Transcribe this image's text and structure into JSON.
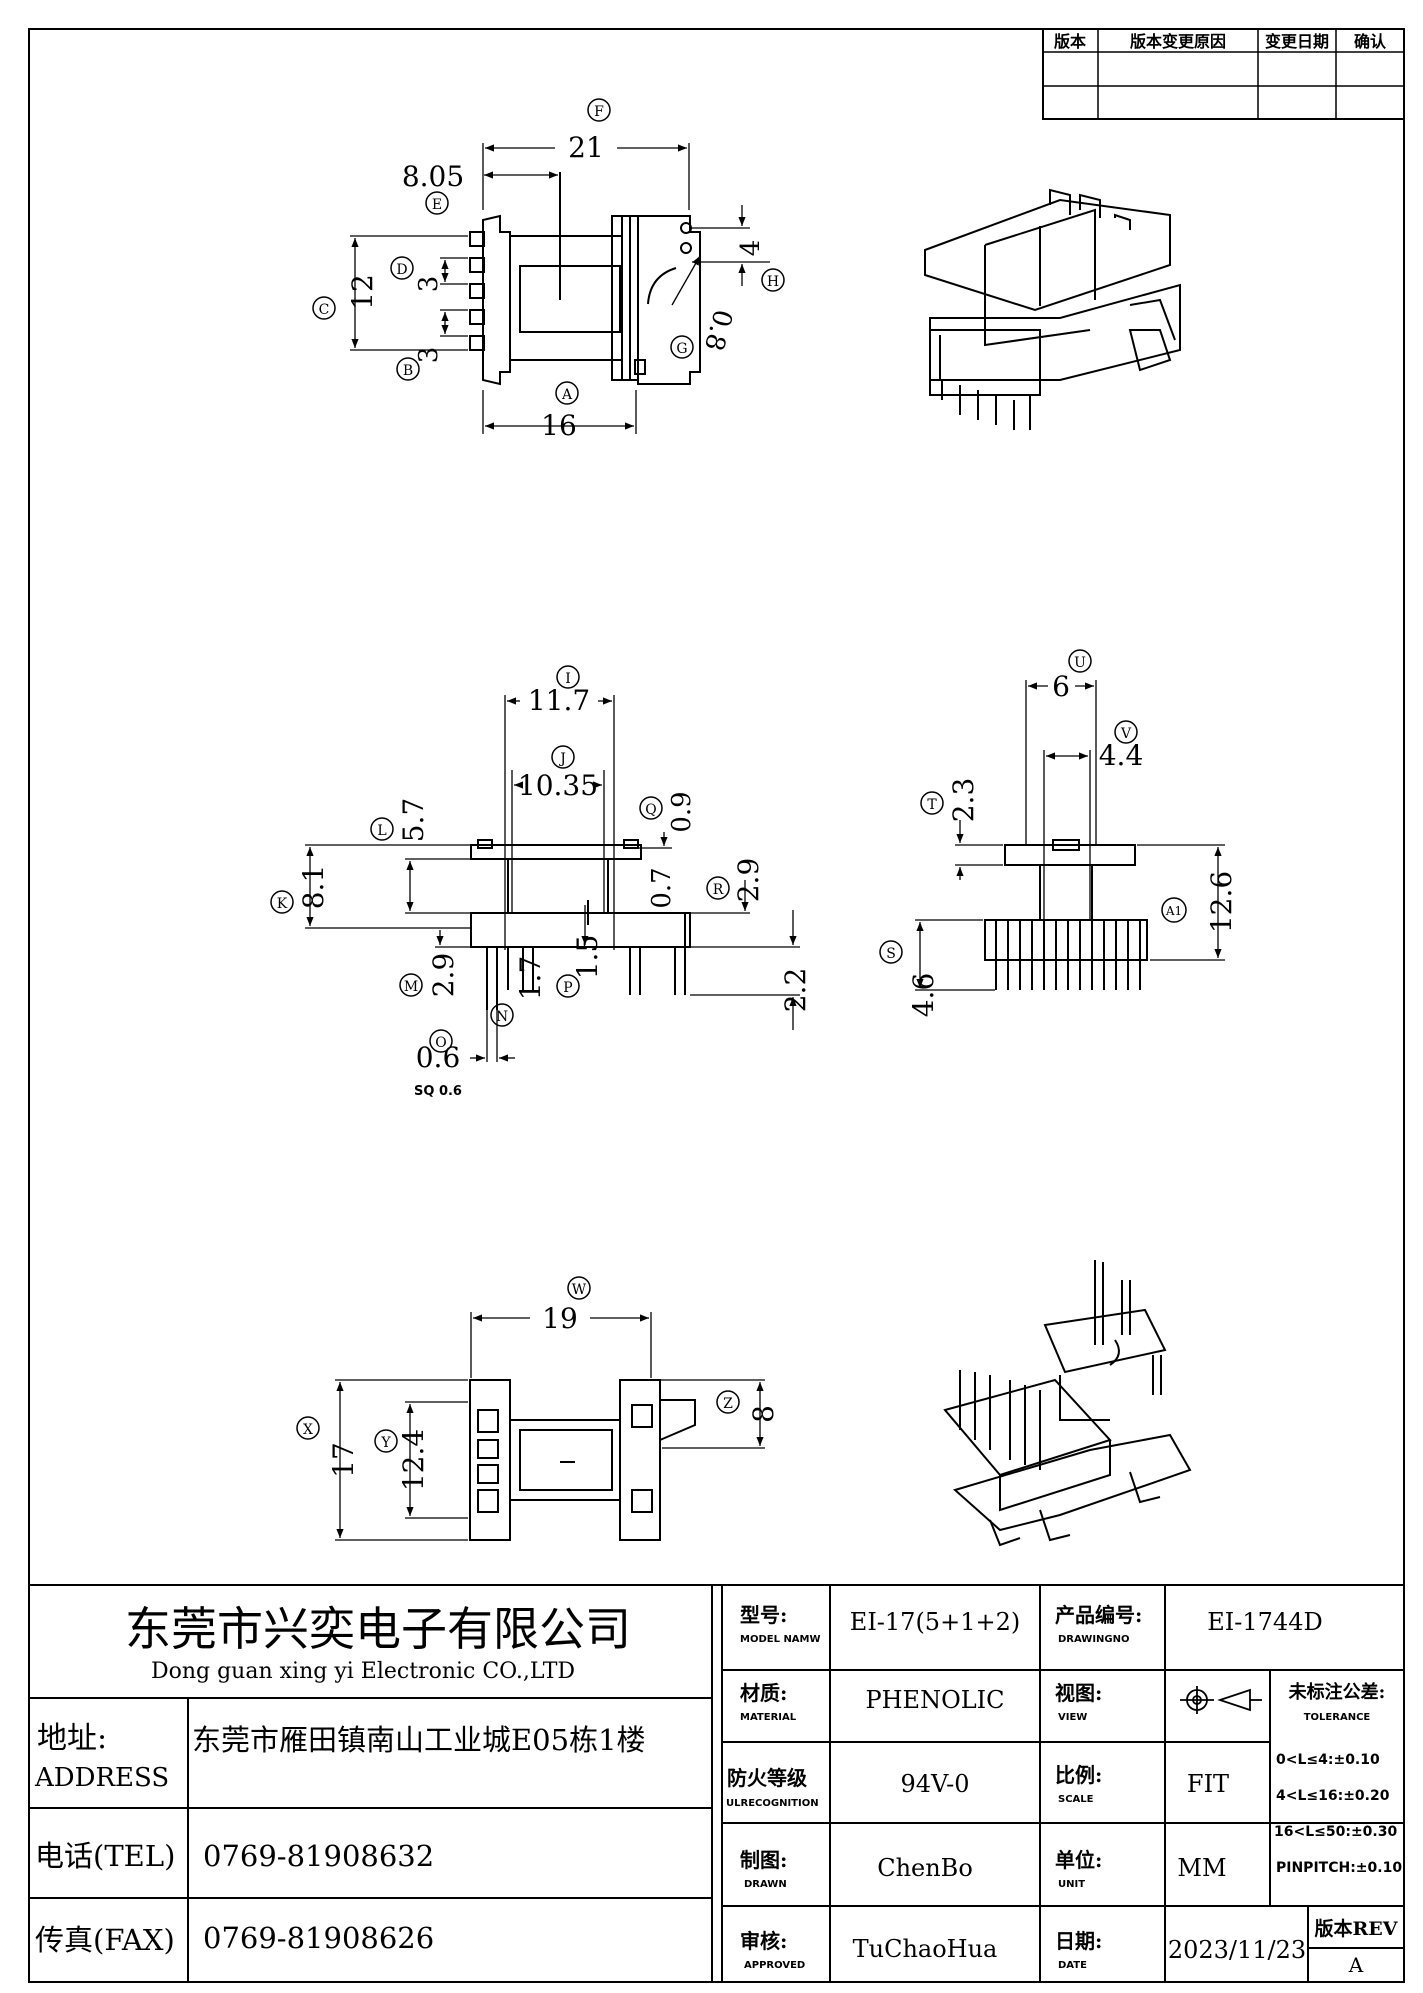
{
  "revision_table": {
    "headers": [
      "版本",
      "版本变更原因",
      "变更日期",
      "确认"
    ]
  },
  "views": {
    "top": {
      "dims": {
        "F": "21",
        "E": "8.05",
        "D": "3",
        "C": "12",
        "B": "3",
        "A": "16",
        "H": "4",
        "G": "0.8"
      }
    },
    "front": {
      "dims": {
        "I": "11.7",
        "J": "10.35",
        "L": "5.7",
        "K": "8.1",
        "Q": "0.9",
        "R": "2.9",
        "R_small": "0.7",
        "M": "2.9",
        "N": "1.7",
        "P": "1.5",
        "gap": "2.2",
        "O": "0.6",
        "sq_note": "SQ 0.6"
      }
    },
    "side": {
      "dims": {
        "U": "6",
        "V": "4.4",
        "T": "2.3",
        "A1": "12.6",
        "S": "4.6"
      }
    },
    "bottom": {
      "dims": {
        "W": "19",
        "X": "17",
        "Y": "12.4",
        "Z": "8"
      }
    },
    "labels": {
      "A": "A",
      "B": "B",
      "C": "C",
      "D": "D",
      "E": "E",
      "F": "F",
      "G": "G",
      "H": "H",
      "I": "I",
      "J": "J",
      "K": "K",
      "L": "L",
      "M": "M",
      "N": "N",
      "O": "O",
      "P": "P",
      "Q": "Q",
      "R": "R",
      "S": "S",
      "T": "T",
      "U": "U",
      "V": "V",
      "W": "W",
      "X": "X",
      "Y": "Y",
      "Z": "Z",
      "A1": "A1"
    }
  },
  "title_block": {
    "company_cn": "东莞市兴奕电子有限公司",
    "company_en": "Dong guan xing yi Electronic CO.,LTD",
    "address_label_cn": "地址:",
    "address_label_en": "ADDRESS",
    "address_value": "东莞市雁田镇南山工业城E05栋1楼",
    "tel_label": "电话(TEL)",
    "tel_value": "0769-81908632",
    "fax_label": "传真(FAX)",
    "fax_value": "0769-81908626",
    "model_label_cn": "型号:",
    "model_label_en": "MODEL NAMW",
    "model_value": "EI-17(5+1+2)",
    "drawing_label_cn": "产品编号:",
    "drawing_label_en": "DRAWINGNO",
    "drawing_value": "EI-1744D",
    "material_label_cn": "材质:",
    "material_label_en": "MATERIAL",
    "material_value": "PHENOLIC",
    "view_label_cn": "视图:",
    "view_label_en": "VIEW",
    "tol_title_cn": "未标注公差:",
    "tol_title_en": "TOLERANCE",
    "tol_lines": [
      "0<L≤4:±0.10",
      "4<L≤16:±0.20",
      "16<L≤50:±0.30",
      "PINPITCH:±0.10"
    ],
    "fire_label_cn": "防火等级",
    "fire_label_en": "ULRECOGNITION",
    "fire_value": "94V-0",
    "scale_label_cn": "比例:",
    "scale_label_en": "SCALE",
    "scale_value": "FIT",
    "drawn_label_cn": "制图:",
    "drawn_label_en": "DRAWN",
    "drawn_value": "ChenBo",
    "unit_label_cn": "单位:",
    "unit_label_en": "UNIT",
    "unit_value": "MM",
    "approved_label_cn": "审核:",
    "approved_label_en": "APPROVED",
    "approved_value": "TuChaoHua",
    "date_label_cn": "日期:",
    "date_label_en": "DATE",
    "date_value": "2023/11/23",
    "rev_label": "版本REV",
    "rev_value": "A"
  }
}
